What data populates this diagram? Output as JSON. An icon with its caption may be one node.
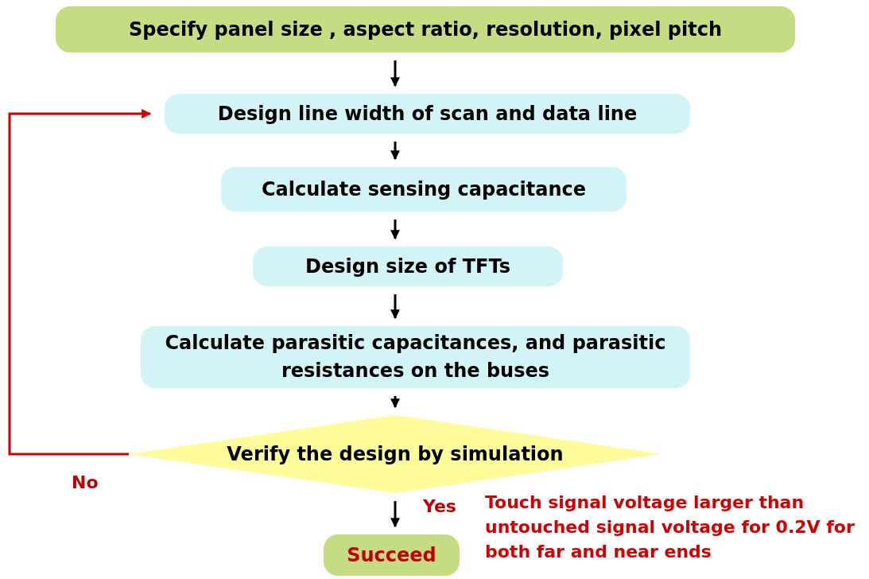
{
  "diagram": {
    "nodes": [
      {
        "text": [
          "Specify panel size , aspect ratio, resolution, pixel pitch"
        ]
      },
      {
        "text": [
          "Design line width of scan and data line"
        ]
      },
      {
        "text": [
          "Calculate sensing capacitance"
        ]
      },
      {
        "text": [
          "Design size of TFTs"
        ]
      },
      {
        "text": [
          "Calculate parasitic capacitances, and parasitic resistances on the buses"
        ]
      },
      {
        "text": [
          "Verify the design by simulation"
        ]
      },
      {
        "text": [
          "Succeed"
        ]
      }
    ],
    "edges": [
      {
        "from": 0,
        "to": 1,
        "arrow": "to"
      },
      {
        "from": 1,
        "to": 2,
        "arrow": "to"
      },
      {
        "from": 2,
        "to": 3,
        "arrow": "to"
      },
      {
        "from": 3,
        "to": 4,
        "arrow": "to"
      },
      {
        "from": 4,
        "to": 5,
        "arrow": "to"
      },
      {
        "from": 5,
        "to": 6,
        "arrow": "to",
        "label": "Yes"
      },
      {
        "from": 5,
        "to": 1,
        "arrow": "to",
        "label": "No",
        "color": "#cc0000"
      }
    ],
    "labels": [
      "Touch signal voltage larger than untouched signal voltage for 0.2V for both far and near ends"
    ]
  }
}
